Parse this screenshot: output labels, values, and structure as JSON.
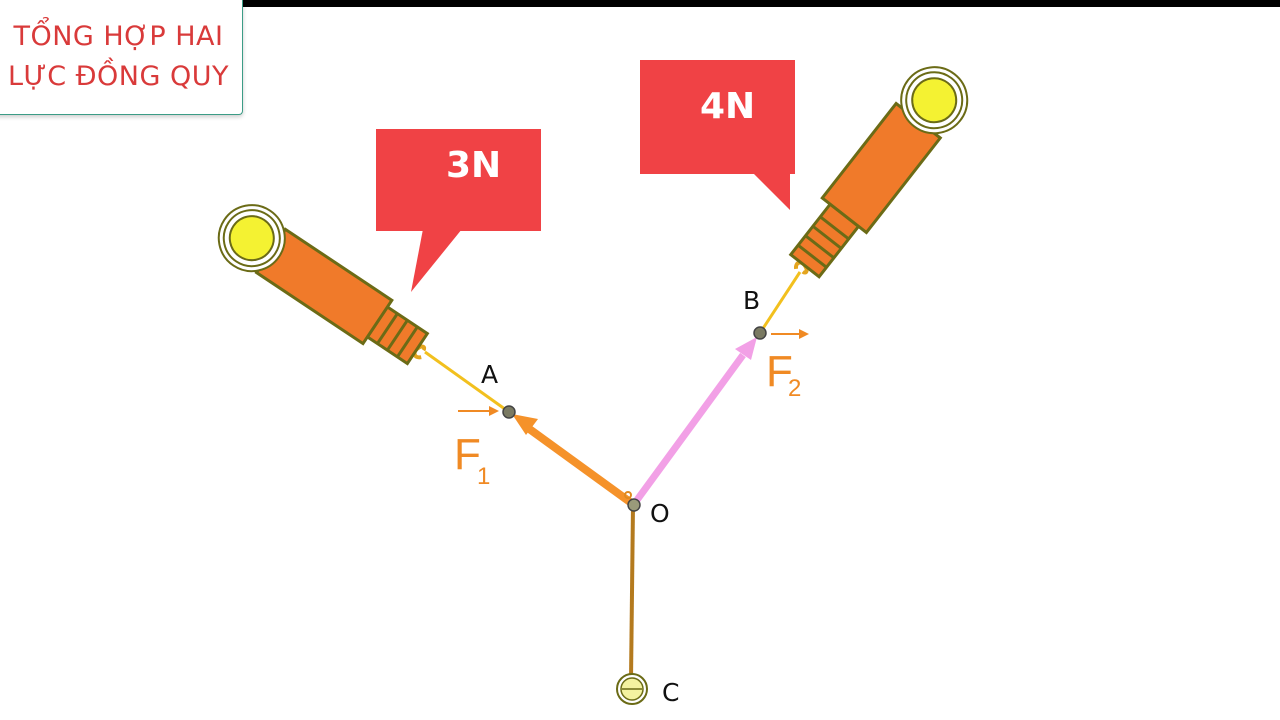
{
  "title": {
    "line1": "TỔNG HỢP HAI",
    "line2": "LỰC ĐỒNG QUY"
  },
  "callouts": {
    "left": "3N",
    "right": "4N"
  },
  "points": {
    "a": "A",
    "b": "B",
    "o": "O",
    "c": "C"
  },
  "forces": {
    "f1": {
      "letter": "F",
      "subscript": "1"
    },
    "f2": {
      "letter": "F",
      "subscript": "2"
    }
  },
  "colors": {
    "callout": "#f04245",
    "dynamometer": "#f07a2a",
    "f1_arrow": "#f5922a",
    "f2_arrow": "#f2a0e6",
    "ring": "#f4f232",
    "title_text": "#d93a3a",
    "title_border": "#3c9c86"
  }
}
